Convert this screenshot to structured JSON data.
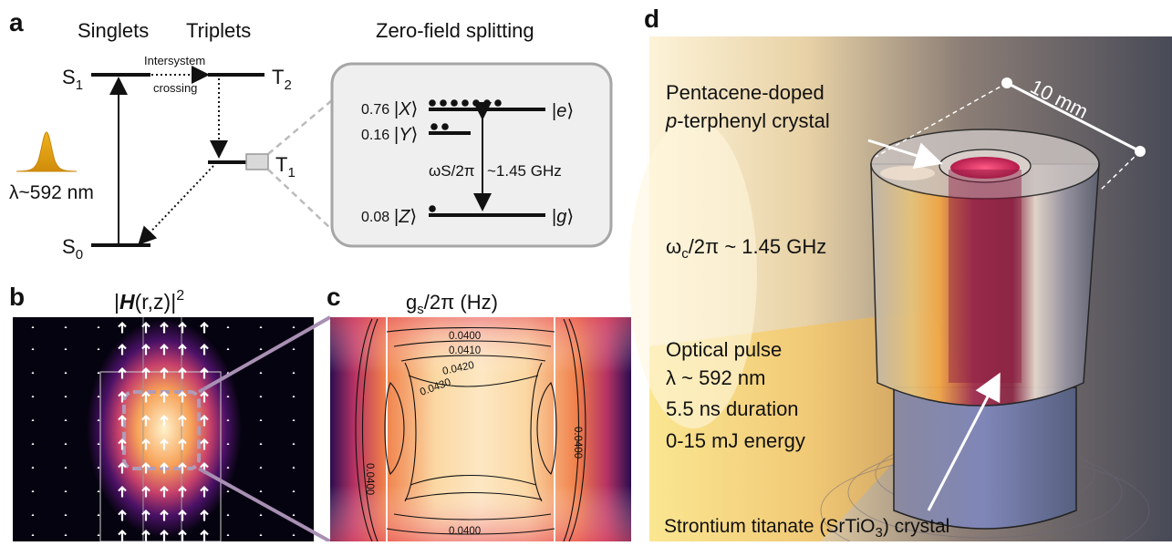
{
  "panel_a": {
    "label": "a",
    "singlets": "Singlets",
    "triplets": "Triplets",
    "zfs_title": "Zero-field splitting",
    "S1": "S",
    "S1_sub": "1",
    "S0": "S",
    "S0_sub": "0",
    "T2": "T",
    "T2_sub": "2",
    "T1": "T",
    "T1_sub": "1",
    "isc_line1": "Intersystem",
    "isc_line2": "crossing",
    "wavelength": "λ~592 nm",
    "pop_X": "0.76",
    "pop_Y": "0.16",
    "pop_Z": "0.08",
    "ket_X": "X",
    "ket_Y": "Y",
    "ket_Z": "Z",
    "ket_e": "e",
    "ket_g": "g",
    "omega_s": "ωS/2π",
    "freq": "~1.45 GHz"
  },
  "panel_b": {
    "label": "b",
    "title_pre": "|",
    "title_H": "H",
    "title_rz": "(r,z)|",
    "title_sup": "2"
  },
  "panel_c": {
    "label": "c",
    "title": "gs/2π (Hz)",
    "contours": [
      "0.0400",
      "0.0410",
      "0.0420",
      "0.0430",
      "0.0400",
      "0.0400",
      "0.0400"
    ]
  },
  "panel_d": {
    "label": "d",
    "dimension": "10 mm",
    "pentacene_line1": "Pentacene-doped",
    "pentacene_line2_italic": "p",
    "pentacene_line2_rest": "-terphenyl crystal",
    "omega_c": "ωc/2π ~ 1.45 GHz",
    "pulse_line1": "Optical pulse",
    "pulse_line2": "λ ~ 592 nm",
    "pulse_line3": "5.5 ns duration",
    "pulse_line4": "0-15 mJ energy",
    "srtio3": "Strontium titanate (SrTiO3) crystal"
  },
  "colors": {
    "pulse_yellow": "#e8a812",
    "inferno_hot": "#fbd89a",
    "inferno_dark": "#000004",
    "purple_accent": "#b09bb8",
    "panel_gray_box": "#efefef"
  }
}
